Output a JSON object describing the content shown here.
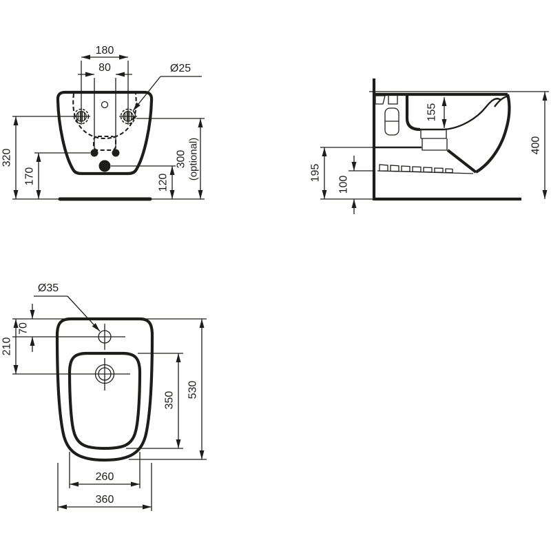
{
  "drawing": {
    "subject": "wall-hung bidet dimension drawing",
    "line_color": "#1d1d1b",
    "background_color": "#ffffff"
  },
  "dimensions": {
    "front_fixing_centers": "180",
    "front_inlet_centers": "80",
    "front_fixing_hole_dia": "Ø25",
    "front_height_rim": "320",
    "front_height_inlets": "170",
    "front_height_drain": "120",
    "front_height_optional": "300",
    "front_optional_note": "(optional)",
    "side_bowl_depth": "155",
    "side_total_depth": "400",
    "side_clearance_body": "195",
    "side_clearance_bracket": "100",
    "plan_tap_hole_dia": "Ø35",
    "plan_tap_offset": "70",
    "plan_drain_offset": "210",
    "plan_bowl_length": "350",
    "plan_total_length": "530",
    "plan_bowl_width": "260",
    "plan_total_width": "360"
  }
}
